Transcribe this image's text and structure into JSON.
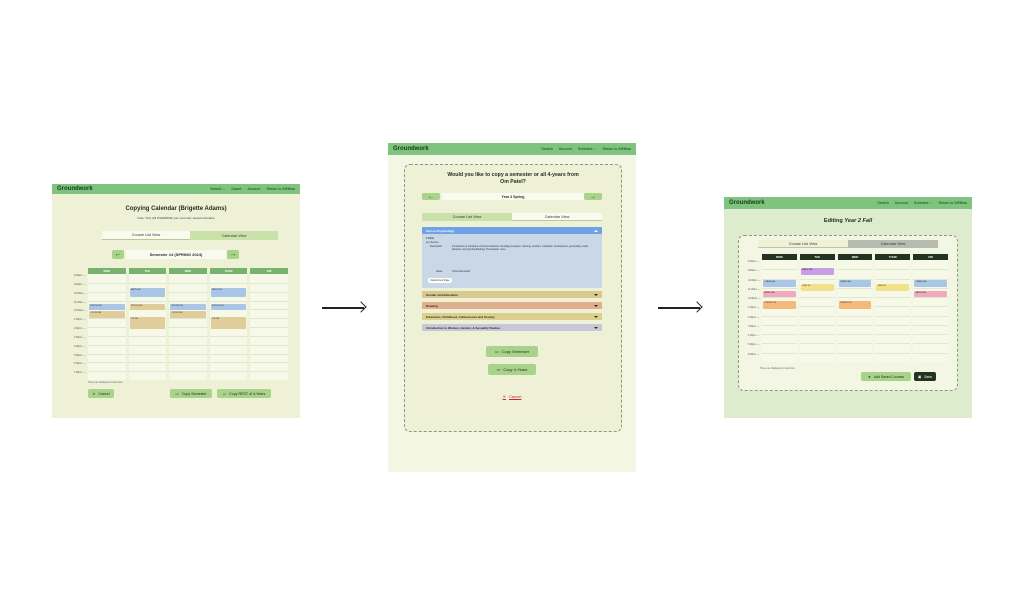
{
  "brand": "Groundwork",
  "colors": {
    "nav": "#7ec47f",
    "panel_bg": "#eef1d6",
    "panel3_bg": "#ddeccc",
    "day_header_green": "#77b26f",
    "day_header_dark": "#223322",
    "blue": "#a9c6e6",
    "tan": "#e0cd9c",
    "purple": "#c99ee6",
    "pink": "#f1a9bd",
    "orange": "#f4ba7c",
    "yellow": "#f2e08a",
    "cancel_red": "#c9262c"
  },
  "panel1": {
    "nav_links": [
      "Search ⌵",
      "Saved",
      "Account",
      "Return to WEBlas"
    ],
    "title": "Copying Calendar (Brigette Adams)",
    "note": "Note: This will OVERRIDE your currently viewed schedule",
    "tabs": [
      "Course List View",
      "Calendar View"
    ],
    "semester": "Semester #4 (SPRING 2024)",
    "days": [
      "MON",
      "TUE",
      "WED",
      "THUR",
      "FRI"
    ],
    "times": [
      "8:00am ––",
      "9:00am ––",
      "10:00am ––",
      "11:00am ––",
      "12:00pm ––",
      "1:00pm ––",
      "2:00pm ––",
      "3:00pm ––",
      "4:00pm ––",
      "5:00pm ––",
      "6:00pm ––",
      "7:00pm ––"
    ],
    "footnote": "Times are displayed in local time",
    "buttons": {
      "cancel": "Cancel",
      "copy_semester": "Copy Semester",
      "copy_rest": "Copy REST of 4-Years"
    }
  },
  "panel2": {
    "nav_links": [
      "Search",
      "Account",
      "Schedule ⌵",
      "Return to WEBlas"
    ],
    "question": "Would you like to copy a semester or all 4-years from",
    "question_name": "Om Patel?",
    "semester": "Year 3 Spring",
    "tabs": [
      "Course List View",
      "Calendar View"
    ],
    "open_course": {
      "title": "Intro to Psychology",
      "unit_label": "4 Units",
      "section_label": "Lec Section",
      "desc_label": "Description:",
      "desc": "Introduction to principles of human behavior, including perception, learning, emotion, motivation, development, personality, social behavior, and psychopathology. Prerequisite: none.",
      "notes_label": "Notes:",
      "notes": "Online Recorded",
      "button": "Department Page"
    },
    "accordions": [
      {
        "label": "Gender and Education",
        "color": "#d8c98f"
      },
      {
        "label": "Drawing",
        "color": "#e0b08c"
      },
      {
        "label": "Education, Childhood, Adolescence and Society",
        "color": "#ddd08f"
      },
      {
        "label": "Introduction to Women, Gender, & Sexuality Studies",
        "color": "#c9c6d8"
      }
    ],
    "buttons": {
      "copy_semester": "Copy Semester",
      "copy_years": "Copy 4-Years",
      "cancel": "Cancel"
    }
  },
  "panel3": {
    "nav_links": [
      "Search",
      "Account",
      "Schedule ⌵",
      "Return to WEBlas"
    ],
    "title_prefix": "Editing",
    "title_term": "Year 2 Fall",
    "tabs": [
      "Course List View",
      "Calendar View"
    ],
    "days": [
      "MON",
      "TUE",
      "WED",
      "THUR",
      "FRI"
    ],
    "times": [
      "8:00am ––",
      "9:00am ––",
      "10:00am ––",
      "11:00am ––",
      "12:00pm ––",
      "1:00pm ––",
      "2:00pm ––",
      "3:00pm ––",
      "4:00pm ––",
      "5:00pm ––",
      "6:00pm ––"
    ],
    "footnote": "Times are displayed in local time",
    "buttons": {
      "add_saved": "Add Saved Courses",
      "save": "Save"
    }
  },
  "courses1": [
    {
      "day": 0,
      "start": 3.4,
      "end": 4.1,
      "label": "PSYCH 100",
      "color": "#a9c6e6"
    },
    {
      "day": 0,
      "start": 4.2,
      "end": 5.0,
      "label": "CS 118 DIS",
      "color": "#e0cd9c"
    },
    {
      "day": 1,
      "start": 1.6,
      "end": 2.6,
      "label": "ARTS 100",
      "color": "#a9c6e6"
    },
    {
      "day": 1,
      "start": 3.4,
      "end": 4.1,
      "label": "PSYCH 100",
      "color": "#e0cd9c"
    },
    {
      "day": 1,
      "start": 4.9,
      "end": 6.2,
      "label": "CS 118",
      "color": "#e0cd9c"
    },
    {
      "day": 2,
      "start": 3.4,
      "end": 4.1,
      "label": "PSYCH 100",
      "color": "#a9c6e6"
    },
    {
      "day": 2,
      "start": 4.2,
      "end": 5.0,
      "label": "CS 118 DIS",
      "color": "#e0cd9c"
    },
    {
      "day": 3,
      "start": 1.6,
      "end": 2.6,
      "label": "ARTS 100",
      "color": "#a9c6e6"
    },
    {
      "day": 3,
      "start": 3.4,
      "end": 4.1,
      "label": "PSYCH 100",
      "color": "#a9c6e6"
    },
    {
      "day": 3,
      "start": 4.9,
      "end": 6.2,
      "label": "CS 118",
      "color": "#e0cd9c"
    }
  ],
  "courses3": [
    {
      "day": 1,
      "start": 0.9,
      "end": 1.6,
      "label": "MATH 32A",
      "color": "#c99ee6"
    },
    {
      "day": 0,
      "start": 2.2,
      "end": 2.9,
      "label": "CHEM 14A",
      "color": "#a9c6e6"
    },
    {
      "day": 1,
      "start": 2.6,
      "end": 3.3,
      "label": "LING 20",
      "color": "#f2e08a"
    },
    {
      "day": 2,
      "start": 2.2,
      "end": 2.9,
      "label": "CHEM 14A",
      "color": "#a9c6e6"
    },
    {
      "day": 3,
      "start": 2.6,
      "end": 3.3,
      "label": "LING 20",
      "color": "#f2e08a"
    },
    {
      "day": 4,
      "start": 2.2,
      "end": 2.9,
      "label": "CHEM 14A",
      "color": "#a9c6e6"
    },
    {
      "day": 0,
      "start": 3.3,
      "end": 4.0,
      "label": "MATH 32A",
      "color": "#f1a9bd"
    },
    {
      "day": 4,
      "start": 3.3,
      "end": 4.0,
      "label": "MATH 32A",
      "color": "#f1a9bd"
    },
    {
      "day": 0,
      "start": 4.4,
      "end": 5.3,
      "label": "COM SCI 31",
      "color": "#f4ba7c"
    },
    {
      "day": 2,
      "start": 4.4,
      "end": 5.3,
      "label": "COM SCI 31",
      "color": "#f4ba7c"
    }
  ]
}
